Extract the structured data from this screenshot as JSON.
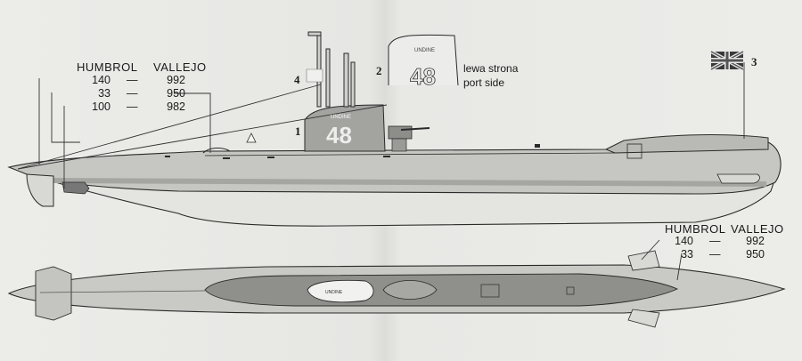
{
  "paint_table_side": {
    "header_humbrol": "HUMBROL",
    "header_vallejo": "VALLEJO",
    "rows": [
      {
        "humbrol": "140",
        "dash": "—",
        "vallejo": "992"
      },
      {
        "humbrol": "33",
        "dash": "—",
        "vallejo": "950"
      },
      {
        "humbrol": "100",
        "dash": "—",
        "vallejo": "982"
      }
    ]
  },
  "paint_table_top": {
    "header_humbrol": "HUMBROL",
    "header_vallejo": "VALLEJO",
    "rows": [
      {
        "humbrol": "140",
        "dash": "—",
        "vallejo": "992"
      },
      {
        "humbrol": "33",
        "dash": "—",
        "vallejo": "950"
      }
    ]
  },
  "callouts": {
    "c1": "1",
    "c2": "2",
    "c3": "3",
    "c4": "4"
  },
  "port_side_note": {
    "line1": "lewa strona",
    "line2": "port side"
  },
  "markings": {
    "ship_name": "UNDINE",
    "hull_number": "48"
  },
  "colors": {
    "hull_light": "#c9c9c6",
    "hull_dark": "#9d9d9a",
    "deck": "#8f8f8c",
    "line": "#2a2a2a"
  },
  "icons": {
    "flag": "union-jack-flag-icon"
  }
}
